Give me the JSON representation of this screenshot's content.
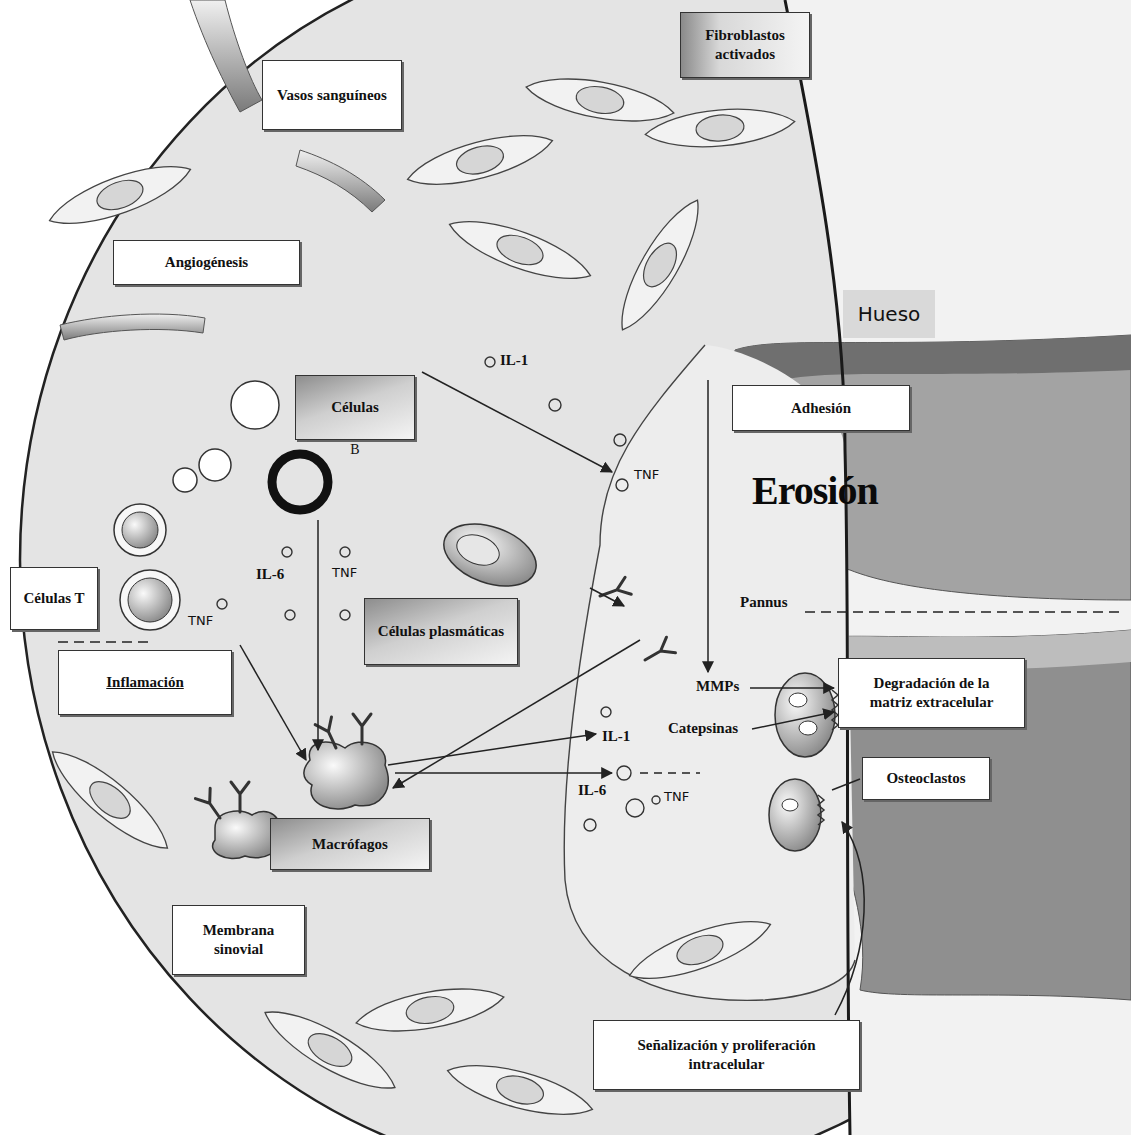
{
  "diagram": {
    "nodes": [
      {
        "text": [
          "Fibroblastos activados"
        ]
      },
      {
        "text": [
          "Vasos sanguíneos"
        ]
      },
      {
        "text": [
          "Angiogénesis"
        ]
      },
      {
        "text": [
          "Hueso"
        ]
      },
      {
        "text": [
          "Células",
          "B"
        ]
      },
      {
        "text": [
          "Adhesión"
        ]
      },
      {
        "text": [
          "Células T"
        ]
      },
      {
        "text": [
          "Células plasmáticas"
        ]
      },
      {
        "text": [
          "Inflamación"
        ]
      },
      {
        "text": [
          "Degradación de la matriz extracelular"
        ]
      },
      {
        "text": [
          "Osteoclastos"
        ]
      },
      {
        "text": [
          "Macrófagos"
        ]
      },
      {
        "text": [
          "Membrana sinovial"
        ]
      },
      {
        "text": [
          "Señalización y proliferación intracelular"
        ]
      }
    ],
    "labels": [
      "IL-1",
      "TNF",
      "IL-6",
      "TNF",
      "TNF",
      "Erosión",
      "Pannus",
      "MMPs",
      "Catepsinas",
      "IL-1",
      "IL-6",
      "TNF"
    ]
  }
}
